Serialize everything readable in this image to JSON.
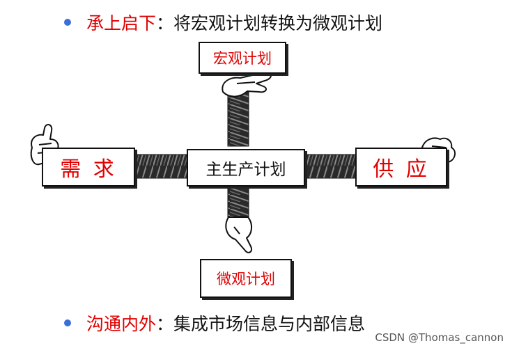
{
  "header_line": {
    "term": "承上启下",
    "separator": "：",
    "description": "将宏观计划转换为微观计划"
  },
  "footer_line": {
    "term": "沟通内外",
    "separator": "：",
    "description": "集成市场信息与内部信息"
  },
  "diagram": {
    "top_box": "宏观计划",
    "bottom_box": "微观计划",
    "left_box": "需 求",
    "right_box": "供 应",
    "center_box": "主生产计划"
  },
  "colors": {
    "bullet": "#3b6fd8",
    "accent_red": "#e00000",
    "text": "#111111"
  },
  "watermark": "CSDN @Thomas_cannon"
}
